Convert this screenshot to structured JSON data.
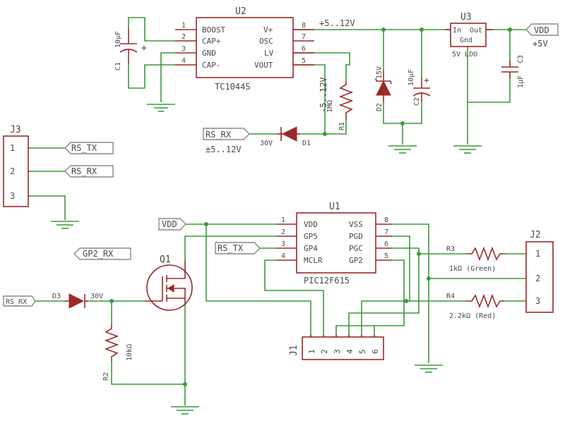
{
  "parts": {
    "u2": {
      "ref": "U2",
      "name": "TC1044S",
      "left_pins": [
        {
          "n": "1",
          "name": "BOOST"
        },
        {
          "n": "2",
          "name": "CAP+"
        },
        {
          "n": "3",
          "name": "GND"
        },
        {
          "n": "4",
          "name": "CAP-"
        }
      ],
      "right_pins": [
        {
          "n": "8",
          "name": "V+"
        },
        {
          "n": "7",
          "name": "OSC"
        },
        {
          "n": "6",
          "name": "LV"
        },
        {
          "n": "5",
          "name": "VOUT"
        }
      ]
    },
    "u3": {
      "ref": "U3",
      "in": "In",
      "out": "Out",
      "gnd": "Gnd",
      "bottom": "5V LDO"
    },
    "u1": {
      "ref": "U1",
      "name": "PIC12F615",
      "left_pins": [
        {
          "n": "1",
          "name": "VDD"
        },
        {
          "n": "2",
          "name": "GP5"
        },
        {
          "n": "3",
          "name": "GP4"
        },
        {
          "n": "4",
          "name": "MCLR"
        }
      ],
      "right_pins": [
        {
          "n": "8",
          "name": "VSS"
        },
        {
          "n": "7",
          "name": "PGD"
        },
        {
          "n": "6",
          "name": "PGC"
        },
        {
          "n": "5",
          "name": "GP2"
        }
      ]
    },
    "c1": {
      "ref": "C1",
      "value": "10µF",
      "plus": "+"
    },
    "c2": {
      "ref": "C2",
      "value": "10µF",
      "plus": "+"
    },
    "c3": {
      "ref": "C3",
      "value": "1µF"
    },
    "d1": {
      "ref": "D1",
      "value": "30V"
    },
    "d2": {
      "ref": "D2",
      "value": "15V"
    },
    "d3": {
      "ref": "D3",
      "value": "30V"
    },
    "r1": {
      "ref": "R1",
      "value": "1MΩ"
    },
    "r2": {
      "ref": "R2",
      "value": "10kΩ"
    },
    "r3": {
      "ref": "R3",
      "value": "1kΩ (Green)"
    },
    "r4": {
      "ref": "R4",
      "value": "2.2kΩ (Red)"
    },
    "q1": {
      "ref": "Q1"
    },
    "j1": {
      "ref": "J1",
      "pins": [
        "1",
        "2",
        "3",
        "4",
        "5",
        "6"
      ]
    },
    "j2": {
      "ref": "J2",
      "pins": [
        "1",
        "2",
        "3"
      ]
    },
    "j3": {
      "ref": "J3",
      "pins": [
        "1",
        "2",
        "3"
      ]
    }
  },
  "nets": {
    "v_plus": "+5..12V",
    "v_minus": "-5..12V",
    "vdd": "VDD",
    "vdd_sub": "+5V",
    "rs_rx": "RS_RX",
    "rs_rx_sub": "±5..12V",
    "rs_tx": "RS_TX",
    "gp2_rx": "GP2_RX"
  },
  "colors": {
    "wire": "#3a9a3a",
    "part": "#9a2a2a",
    "label": "#8a8a8a",
    "text": "#4a4a4a"
  }
}
